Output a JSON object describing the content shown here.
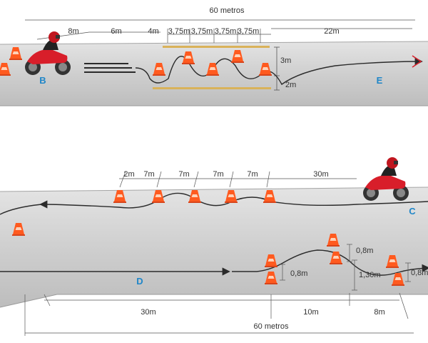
{
  "colors": {
    "track": "#c8c8c8",
    "track_light": "#dedede",
    "cone": "#ff5a1f",
    "path": "#2b2b2b",
    "point_label": "#1f86c8",
    "bike": "#d81e2a",
    "lane_line": "#d9b25a"
  },
  "top": {
    "total": "60 metros",
    "segments": [
      "8m",
      "6m",
      "4m",
      "3,75m",
      "3,75m",
      "3,75m",
      "3,75m",
      "22m"
    ],
    "lane_width": "3m",
    "lane_offset": "2m",
    "points": {
      "start": "B",
      "end": "E"
    }
  },
  "bottom": {
    "top_segments": [
      "2m",
      "7m",
      "7m",
      "7m",
      "7m",
      "30m"
    ],
    "gaps": [
      "0,8m",
      "0,8m",
      "1,30m",
      "0,8m"
    ],
    "bottom_segments": [
      "30m",
      "10m",
      "8m"
    ],
    "total": "60 metros",
    "points": {
      "start": "C",
      "middle": "D"
    }
  },
  "icons": [
    "motorcycle-icon",
    "traffic-cone-icon",
    "arrow-icon"
  ]
}
